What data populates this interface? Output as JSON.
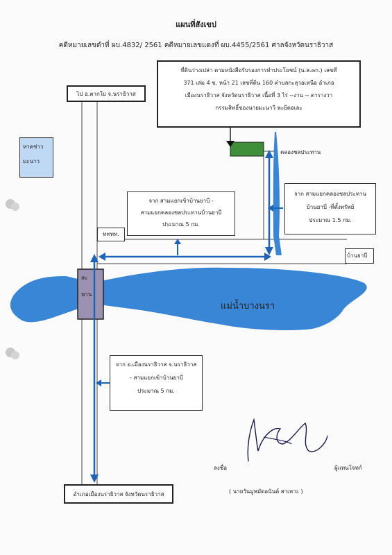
{
  "title": "แผนที่สังเขป",
  "case_line": "คดีหมายเลขดำที่ ผบ.4832/ 2561 คดีหมายเลขแดงที่ ผบ.4455/2561 ศาลจังหวัดนราธิวาส",
  "property_box": {
    "line1": "ที่ดินว่างเปล่า ตามหนังสือรับรองการทำประโยชน์ (น.ส.๓ก.) เลขที่",
    "line2": "371 เล่ม 4 ข. หน้า 21 เลขที่ดิน 160 ตำบลกะลุวอเหนือ อำเภอ",
    "line3": "เมืองนราธิวาส จังหวัดนราธิวาส เนื้อที่ 3 ไร่ --งาน -- ตารางวา",
    "line4": "กรรมสิทธิ์ของนายมะนาวี หะยีดอเละ"
  },
  "labels": {
    "to_tak_bai": "ไป อ.ตากใบ จ.นราธิวาส",
    "beach_1": "หาดช่าว",
    "beach_2": "มะนาว",
    "canal": "คลองชลประทาน",
    "from_junction_1": "จาก สามแยกเข้าบ้านยาบี -",
    "from_junction_2": "สามแยกคลองชลประทานบ้านยาบี",
    "from_junction_3": "ประมาณ 5 กม.",
    "from_canal_1": "จาก สามแยกคลองชลประทาน",
    "from_canal_2": "บ้านยาบี -ที่ตั้งทรัพย์",
    "from_canal_3": "ประมาณ 1.5 กม.",
    "highway": "ทททท.",
    "ban_yabi": "บ้านยาบี",
    "bridge_1": "สะ",
    "bridge_2": "พาน",
    "river": "แม่น้ำบางนรา",
    "from_district_1": "จาก อ.เมืองนราธิวาส จ.นราธิวาส",
    "from_district_2": "– สามแยกเข้าบ้านยาบี",
    "from_district_3": "ประมาณ 5 กม.",
    "district_office": "อำเภอเมืองนราธิวาส จังหวัดนราธิวาส",
    "sign": "ลงชื่อ",
    "claimant": "ผู้แทนโจทก์",
    "signer_name": "( นายวันมูหมัดอนันต์ สาเหาะ )"
  },
  "colors": {
    "water": "#3a86d6",
    "water_dark": "#1f63b8",
    "property": "#3f8f3a",
    "beach": "#bfd9f5",
    "bridge": "#9a92b0"
  }
}
